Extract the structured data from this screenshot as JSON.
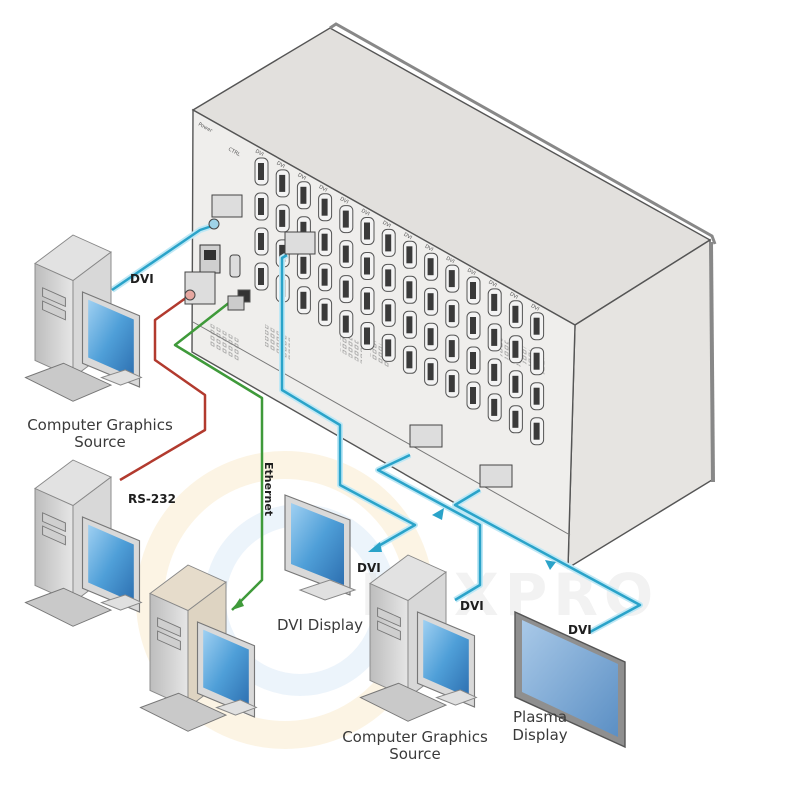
{
  "diagram": {
    "title": "Matrix switcher rear panel connection diagram",
    "device": {
      "name": "matrix-switcher",
      "port_label": "DVI",
      "panel_labels": [
        "Power",
        "CTRL"
      ]
    },
    "devices": [
      {
        "id": "cgs-top",
        "type": "computer",
        "label_line1": "Computer Graphics",
        "label_line2": "Source"
      },
      {
        "id": "rs232-pc",
        "type": "computer",
        "label_line1": "",
        "label_line2": ""
      },
      {
        "id": "eth-pc",
        "type": "computer",
        "label_line1": "",
        "label_line2": ""
      },
      {
        "id": "dvi-display",
        "type": "monitor",
        "label_line1": "DVI Display",
        "label_line2": ""
      },
      {
        "id": "cgs-bottom",
        "type": "computer",
        "label_line1": "Computer Graphics",
        "label_line2": "Source"
      },
      {
        "id": "plasma",
        "type": "plasma",
        "label_line1": "Plasma",
        "label_line2": "Display"
      }
    ],
    "connections": [
      {
        "from": "cgs-top",
        "to": "matrix-switcher",
        "label": "DVI",
        "color": "#2aa3c9"
      },
      {
        "from": "rs232-pc",
        "to": "matrix-switcher",
        "label": "RS-232",
        "color": "#b23a2e"
      },
      {
        "from": "matrix-switcher",
        "to": "eth-pc",
        "label": "Ethernet",
        "color": "#3f9a3a"
      },
      {
        "from": "matrix-switcher",
        "to": "dvi-display",
        "label": "DVI",
        "color": "#2aa3c9"
      },
      {
        "from": "cgs-bottom",
        "to": "matrix-switcher",
        "label": "DVI",
        "color": "#2aa3c9"
      },
      {
        "from": "matrix-switcher",
        "to": "plasma",
        "label": "DVI",
        "color": "#2aa3c9"
      }
    ],
    "watermark": {
      "text": "LUXPRO"
    }
  },
  "colors": {
    "dvi": "#2aa3c9",
    "rs232": "#b23a2e",
    "ethernet": "#3f9a3a",
    "chassis": "#e4e2df",
    "screen": "#4f9fd8"
  }
}
